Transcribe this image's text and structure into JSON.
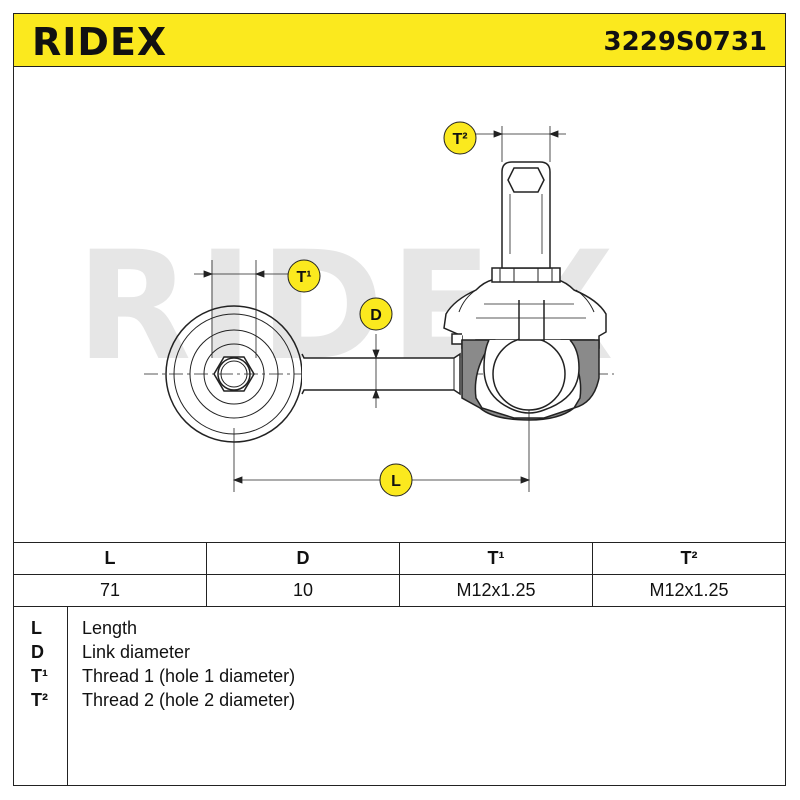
{
  "header": {
    "brand": "RIDEX",
    "part_number": "3229S0731"
  },
  "drawing": {
    "watermark": "RIDEX",
    "labels": {
      "t2": "T²",
      "t1": "T¹",
      "d": "D",
      "l": "L"
    },
    "colors": {
      "badge": "#fbe91e",
      "outline": "#222222",
      "watermark": "#e6e6e6"
    }
  },
  "spec_table": {
    "headers": [
      "L",
      "D",
      "T¹",
      "T²"
    ],
    "values": [
      "71",
      "10",
      "M12x1.25",
      "M12x1.25"
    ]
  },
  "legend": [
    {
      "key": "L",
      "desc": "Length"
    },
    {
      "key": "D",
      "desc": "Link diameter"
    },
    {
      "key": "T¹",
      "desc": "Thread 1 (hole 1 diameter)"
    },
    {
      "key": "T²",
      "desc": "Thread 2 (hole 2 diameter)"
    }
  ]
}
